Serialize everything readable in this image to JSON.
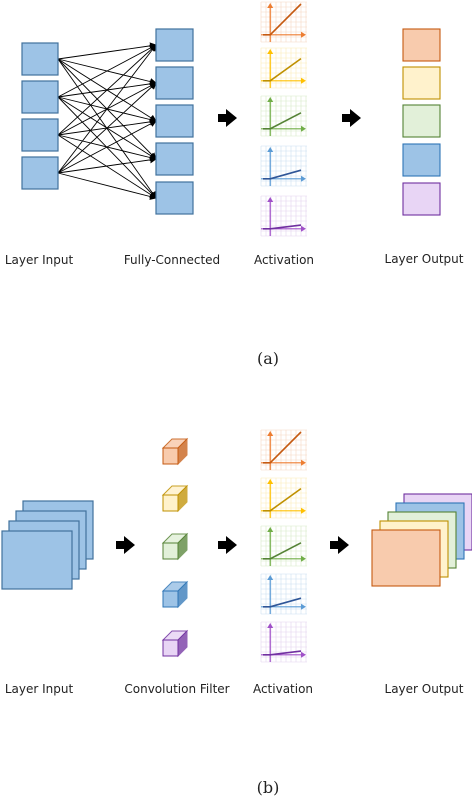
{
  "panel_a": {
    "labels": {
      "layer_input": "Layer Input",
      "fully_connected": "Fully-Connected",
      "activation": "Activation",
      "layer_output": "Layer Output"
    },
    "caption": "(a)"
  },
  "panel_b": {
    "labels": {
      "layer_input": "Layer Input",
      "convolution_filter": "Convolution Filter",
      "activation": "Activation",
      "layer_output": "Layer Output"
    },
    "caption": "(b)"
  },
  "colors": {
    "node_fill": "#9dc3e6",
    "node_stroke": "#41719c",
    "output": [
      "#f8cbad",
      "#fff2cc",
      "#e2f0d9",
      "#9dc3e6",
      "#e8d5f5"
    ],
    "output_stroke": [
      "#c55a11",
      "#bf9000",
      "#548235",
      "#2e75b6",
      "#7030a0"
    ],
    "activation_lines": [
      "#c55a11",
      "#bf9000",
      "#548235",
      "#2e5597",
      "#7030a0"
    ],
    "activation_axes": [
      "#ed7d31",
      "#ffc000",
      "#70ad47",
      "#5b9bd5",
      "#a050c8"
    ],
    "grid": [
      "#f6d7c3",
      "#fcebb8",
      "#d7e9c8",
      "#cde0f2",
      "#e3d2ef"
    ]
  },
  "activation_slopes": [
    1.0,
    0.72,
    0.52,
    0.28,
    0.12
  ]
}
